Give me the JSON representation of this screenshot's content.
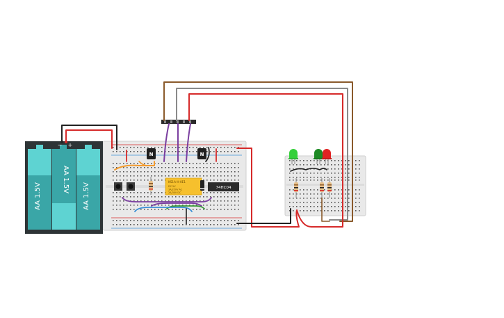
{
  "battery_pack": {
    "cells": [
      {
        "label": "AA 1.5V"
      },
      {
        "label": "AA 1.5V"
      },
      {
        "label": "AA 1.5V"
      }
    ],
    "minus_label": "−",
    "plus_label": "+"
  },
  "components": {
    "transistor_left_label": "N",
    "transistor_right_label": "N",
    "relay_title": "KS1A-H-0E1",
    "relay_line1": "DC 5V",
    "relay_line2": "1A/250V AC",
    "relay_line3": "2A/30V DC",
    "ic_label": "74HC04"
  },
  "colors": {
    "breadboard": "#e9e9e9",
    "battery_case": "#2e3436",
    "battery_cell": "#3aa6a7",
    "battery_cap": "#5ed3d2",
    "wire_red": "#d62a2a",
    "wire_black": "#222222",
    "wire_brown": "#8a5a2b",
    "wire_gray": "#8a8a8a",
    "wire_purple": "#7b3fa0",
    "wire_orange": "#f29b2f",
    "wire_green": "#3b9a3b",
    "wire_blue": "#3a8fd6",
    "relay_body": "#f6c02d",
    "led_green": "#34d03a",
    "led_green_dark": "#1d8a24",
    "led_red": "#e02323"
  }
}
